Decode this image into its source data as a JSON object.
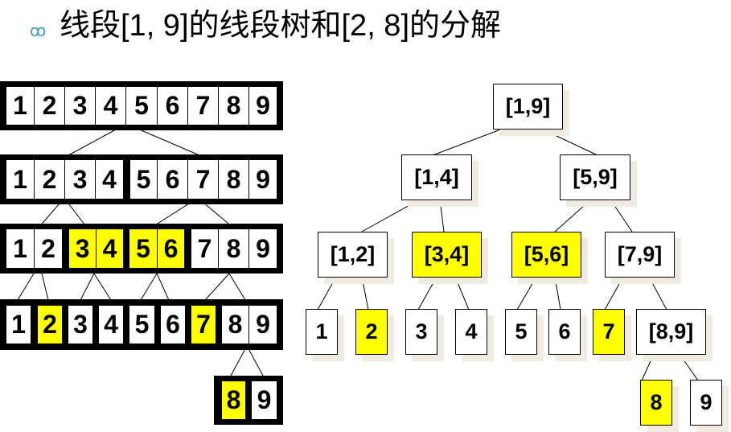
{
  "title": "线段[1, 9]的线段树和[2, 8]的分解",
  "bullet_icon": "ꝏ",
  "colors": {
    "highlight": "#ffff00",
    "border": "#000000",
    "shadow": "#efebe1",
    "bullet": "#4a9bad"
  },
  "left_rows": [
    {
      "groups": [
        [
          "1",
          "2",
          "3",
          "4",
          "5",
          "6",
          "7",
          "8",
          "9"
        ]
      ],
      "highlighted": []
    },
    {
      "groups": [
        [
          "1",
          "2",
          "3",
          "4"
        ],
        [
          "5",
          "6",
          "7",
          "8",
          "9"
        ]
      ],
      "highlighted": []
    },
    {
      "groups": [
        [
          "1",
          "2"
        ],
        [
          "3",
          "4"
        ],
        [
          "5",
          "6"
        ],
        [
          "7",
          "8",
          "9"
        ]
      ],
      "highlighted": [
        "3",
        "4",
        "5",
        "6"
      ]
    },
    {
      "groups": [
        [
          "1"
        ],
        [
          "2"
        ],
        [
          "3"
        ],
        [
          "4"
        ],
        [
          "5"
        ],
        [
          "6"
        ],
        [
          "7"
        ],
        [
          "8",
          "9"
        ]
      ],
      "highlighted": [
        "2",
        "7"
      ]
    },
    {
      "groups": [
        [
          "8"
        ],
        [
          "9"
        ]
      ],
      "highlighted": [
        "8"
      ]
    }
  ],
  "row1": {
    "c1": "1",
    "c2": "2",
    "c3": "3",
    "c4": "4",
    "c5": "5",
    "c6": "6",
    "c7": "7",
    "c8": "8",
    "c9": "9"
  },
  "row2": {
    "c1": "1",
    "c2": "2",
    "c3": "3",
    "c4": "4",
    "c5": "5",
    "c6": "6",
    "c7": "7",
    "c8": "8",
    "c9": "9"
  },
  "row3": {
    "c1": "1",
    "c2": "2",
    "c3": "3",
    "c4": "4",
    "c5": "5",
    "c6": "6",
    "c7": "7",
    "c8": "8",
    "c9": "9"
  },
  "row4": {
    "c1": "1",
    "c2": "2",
    "c3": "3",
    "c4": "4",
    "c5": "5",
    "c6": "6",
    "c7": "7",
    "c8": "8",
    "c9": "9"
  },
  "row5": {
    "c8": "8",
    "c9": "9"
  },
  "tree": {
    "n19": "[1,9]",
    "n14": "[1,4]",
    "n59": "[5,9]",
    "n12": "[1,2]",
    "n34": "[3,4]",
    "n56": "[5,6]",
    "n79": "[7,9]",
    "l1": "1",
    "l2": "2",
    "l3": "3",
    "l4": "4",
    "l5": "5",
    "l6": "6",
    "l7": "7",
    "n89": "[8,9]",
    "l8": "8",
    "l9": "9",
    "highlighted": [
      "[3,4]",
      "[5,6]",
      "2",
      "7",
      "8"
    ]
  }
}
